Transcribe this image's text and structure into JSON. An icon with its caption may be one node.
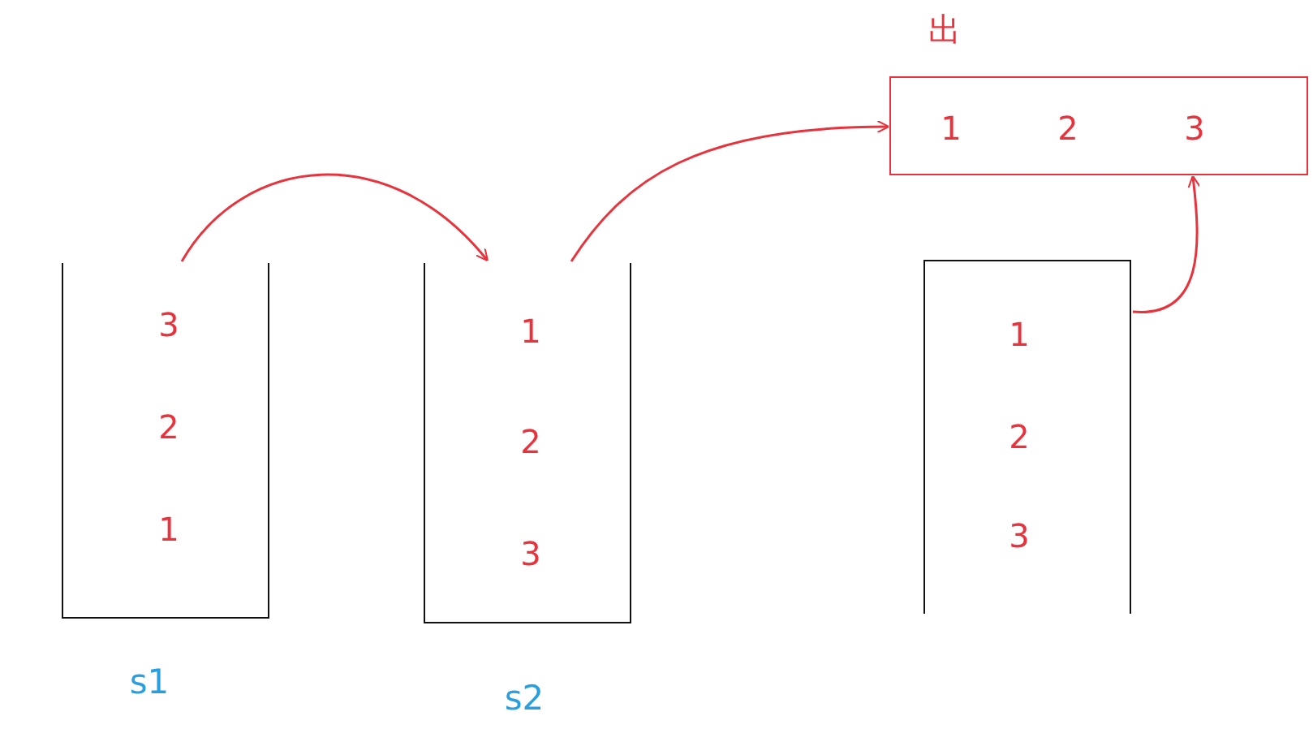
{
  "diagram": {
    "nodes": [
      {
        "text": [
          "3",
          "2",
          "1"
        ],
        "beside": [
          "s1"
        ]
      },
      {
        "text": [
          "1",
          "2",
          "3"
        ],
        "beside": [
          "s2"
        ]
      },
      {
        "text": [
          "出",
          "1",
          "2",
          "3"
        ]
      },
      {
        "text": [
          "1",
          "2",
          "3"
        ]
      }
    ],
    "edges": [
      {
        "from": 0,
        "to": 1,
        "arrow": "to"
      },
      {
        "from": 1,
        "to": 2,
        "arrow": "to"
      },
      {
        "from": 3,
        "to": 2,
        "arrow": "to"
      }
    ]
  }
}
